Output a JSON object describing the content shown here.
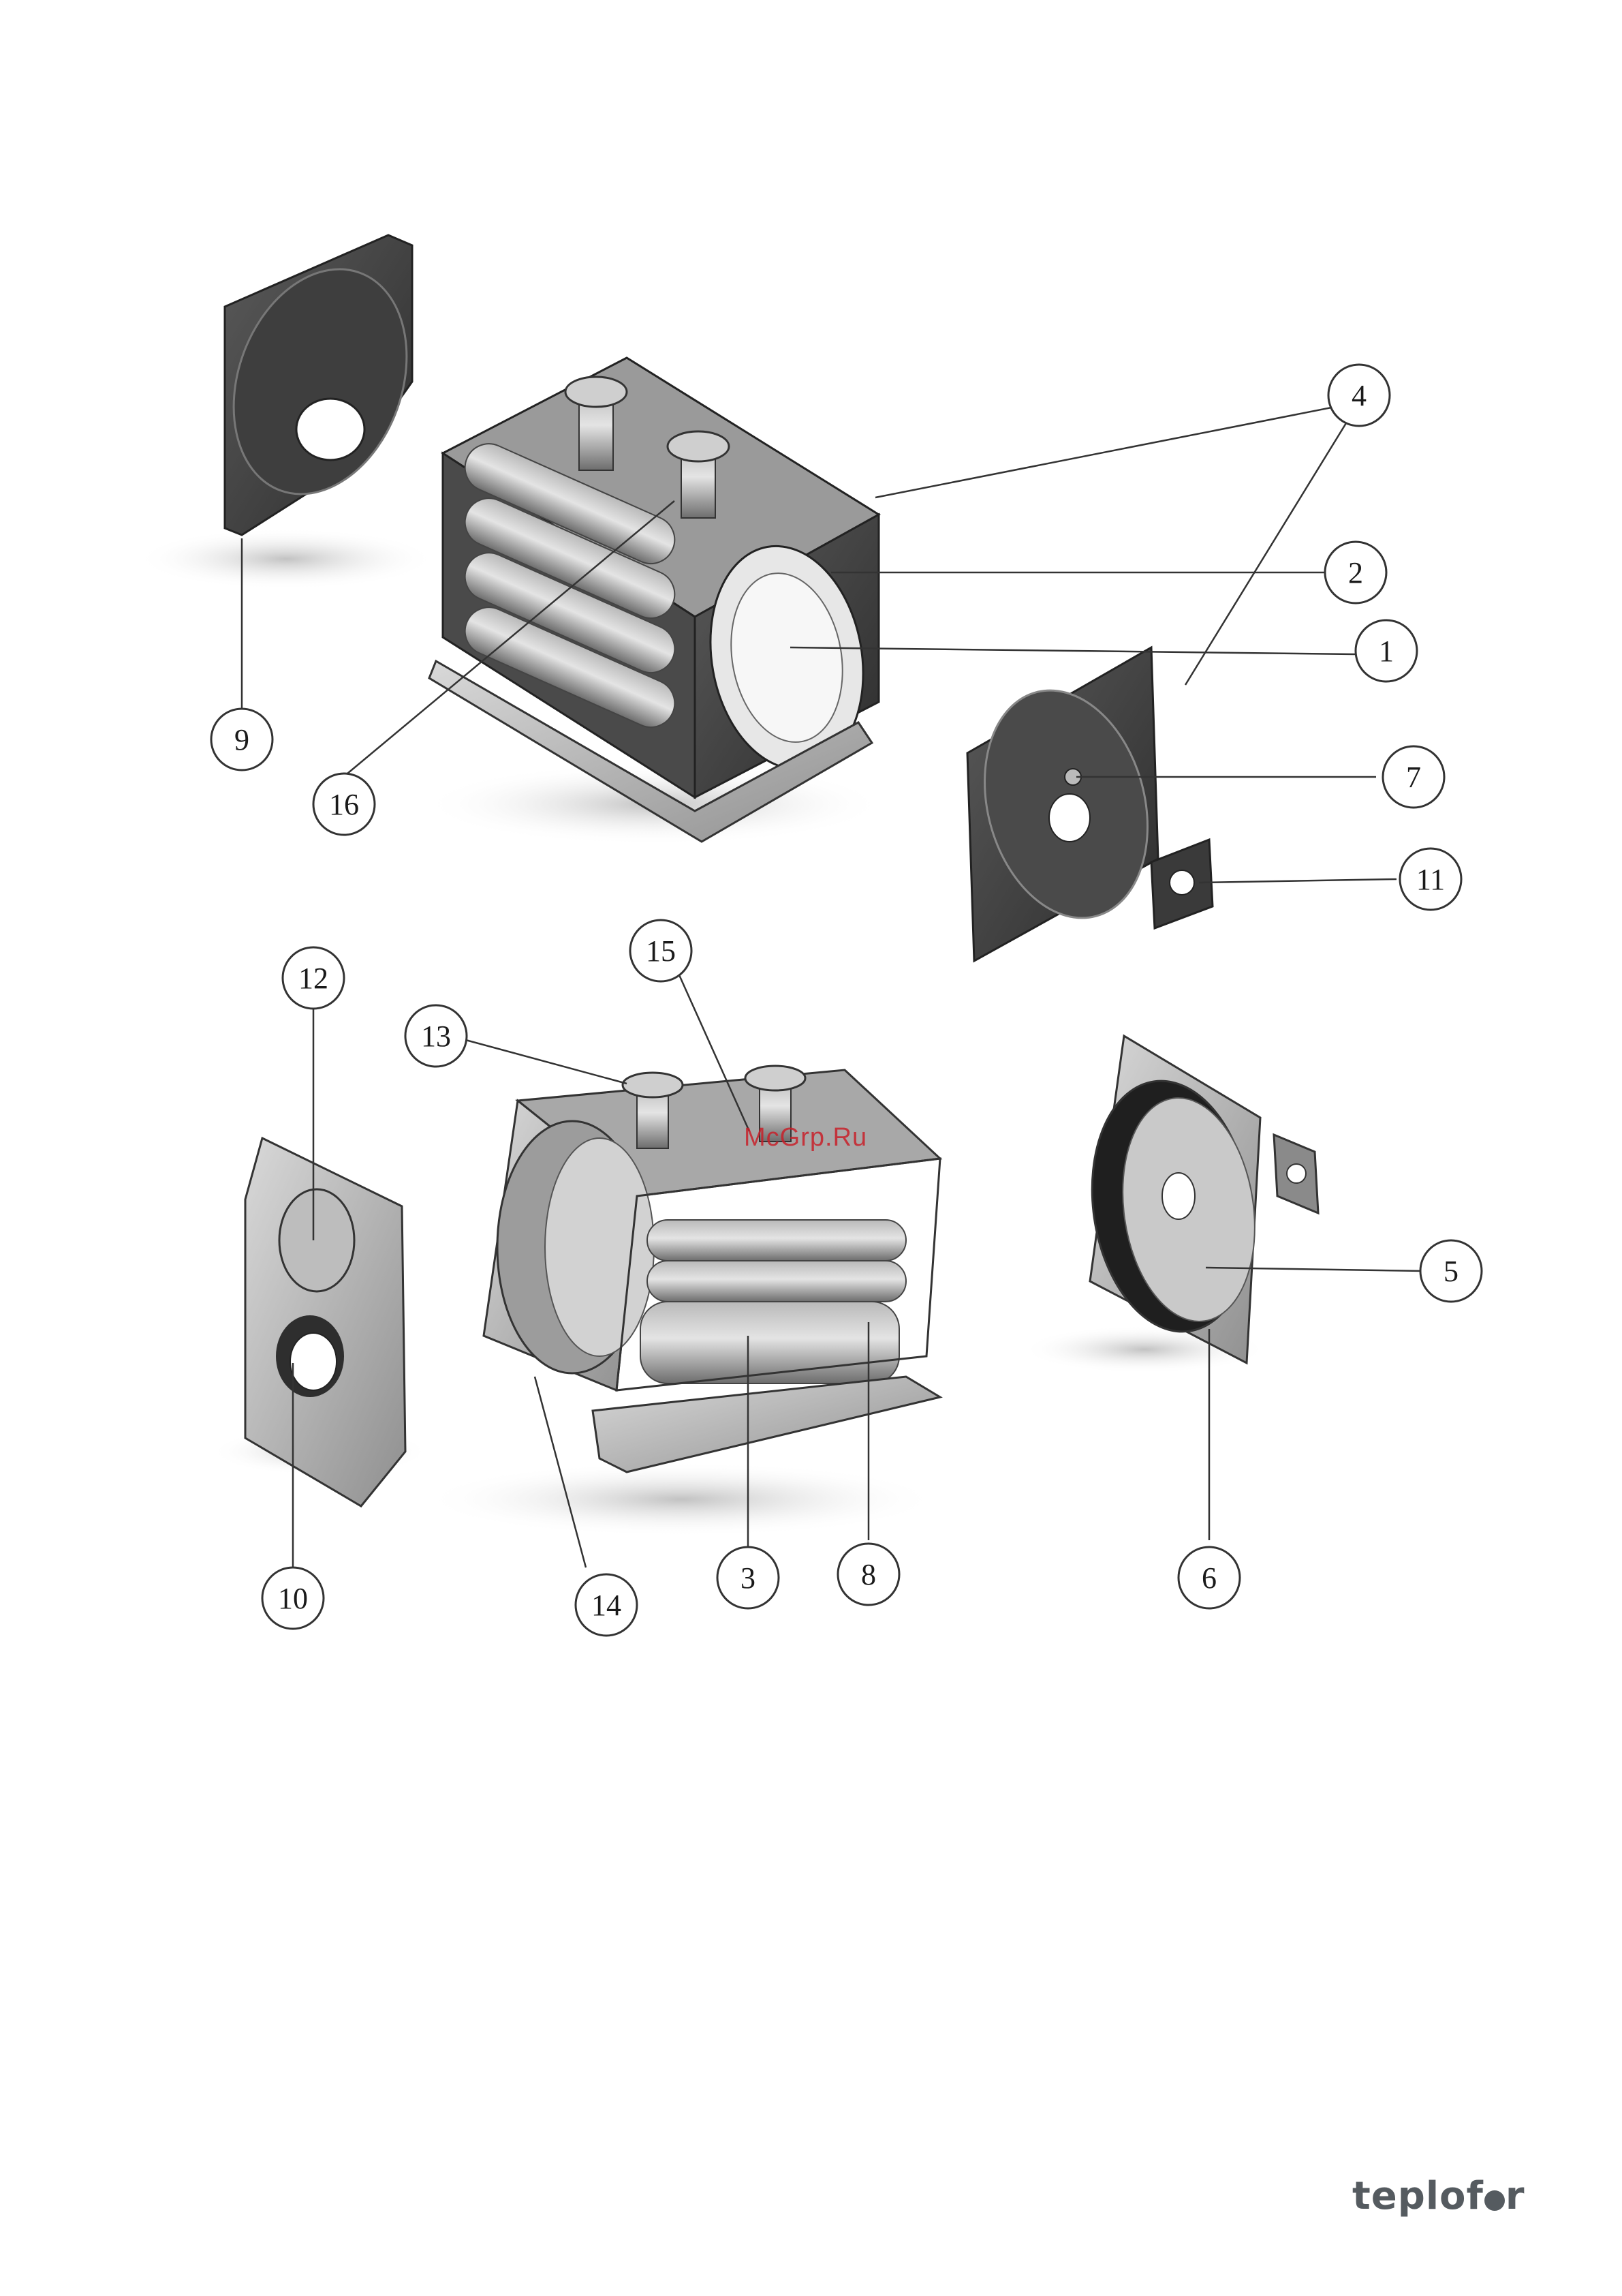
{
  "callouts": {
    "c1": "1",
    "c2": "2",
    "c3": "3",
    "c4": "4",
    "c5": "5",
    "c6": "6",
    "c7": "7",
    "c8": "8",
    "c9": "9",
    "c10": "10",
    "c11": "11",
    "c12": "12",
    "c13": "13",
    "c14": "14",
    "c15": "15",
    "c16": "16"
  },
  "watermark": "McGrp.Ru",
  "brand": {
    "before": "teplof",
    "after": "r"
  },
  "colors": {
    "metal_dark": "#3a3a3a",
    "metal_mid": "#8a8a8a",
    "metal_light": "#c4c4c4",
    "brand": "#555b60",
    "watermark": "#c8202a"
  }
}
